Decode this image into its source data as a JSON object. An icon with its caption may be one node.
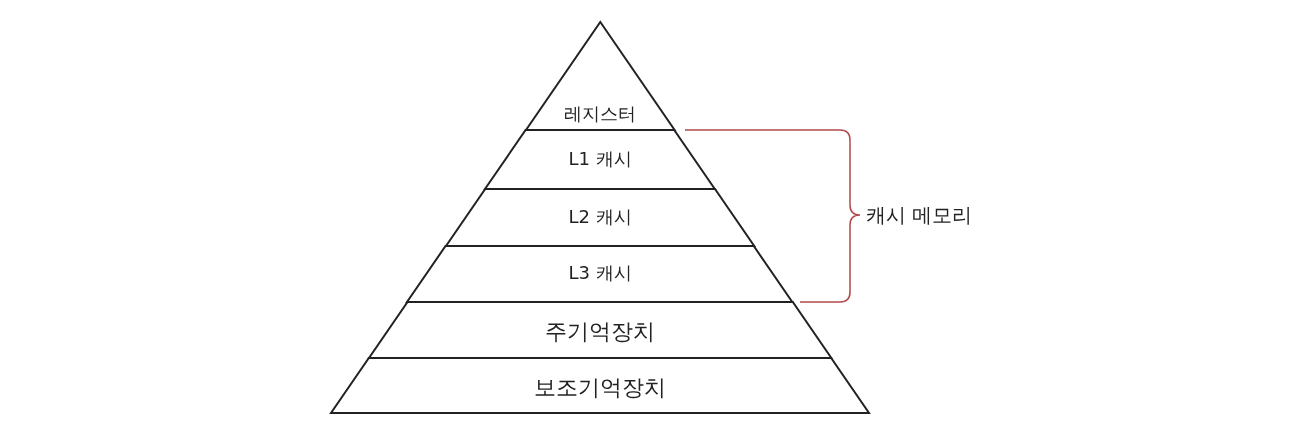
{
  "diagram": {
    "nodes": [
      {
        "text": [
          "레지스터"
        ]
      },
      {
        "text": [
          "L1 캐시"
        ]
      },
      {
        "text": [
          "L2 캐시"
        ]
      },
      {
        "text": [
          "L3 캐시"
        ]
      },
      {
        "text": [
          "주기억장치"
        ]
      },
      {
        "text": [
          "보조기억장치"
        ]
      }
    ],
    "labels": [
      "캐시 메모리"
    ]
  }
}
